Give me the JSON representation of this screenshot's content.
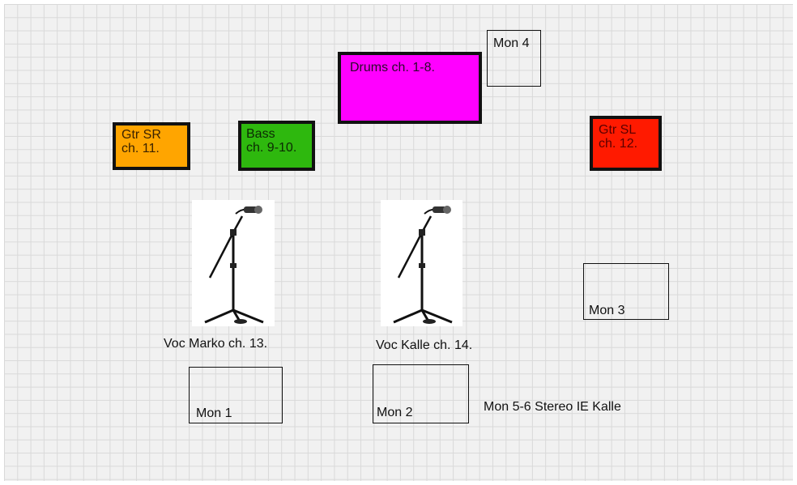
{
  "stage": {
    "drums": {
      "label": "Drums ch. 1-8.",
      "color": "#ff00ff"
    },
    "mon4": {
      "label": "Mon 4"
    },
    "gtr_sr": {
      "label": "Gtr SR\nch. 11.",
      "color": "#ffa500"
    },
    "bass": {
      "label": "Bass\nch. 9-10.",
      "color": "#2eb80e"
    },
    "gtr_sl": {
      "label": "Gtr SL\nch. 12.",
      "color": "#ff1a00"
    },
    "mon3": {
      "label": "Mon 3"
    },
    "voc_marko": {
      "label": "Voc Marko ch. 13."
    },
    "voc_kalle": {
      "label": "Voc Kalle ch. 14."
    },
    "mon1": {
      "label": "Mon 1"
    },
    "mon2": {
      "label": "Mon 2"
    },
    "mon56": {
      "label": "Mon 5-6 Stereo IE Kalle"
    }
  },
  "icons": [
    "mic-stand-icon"
  ]
}
